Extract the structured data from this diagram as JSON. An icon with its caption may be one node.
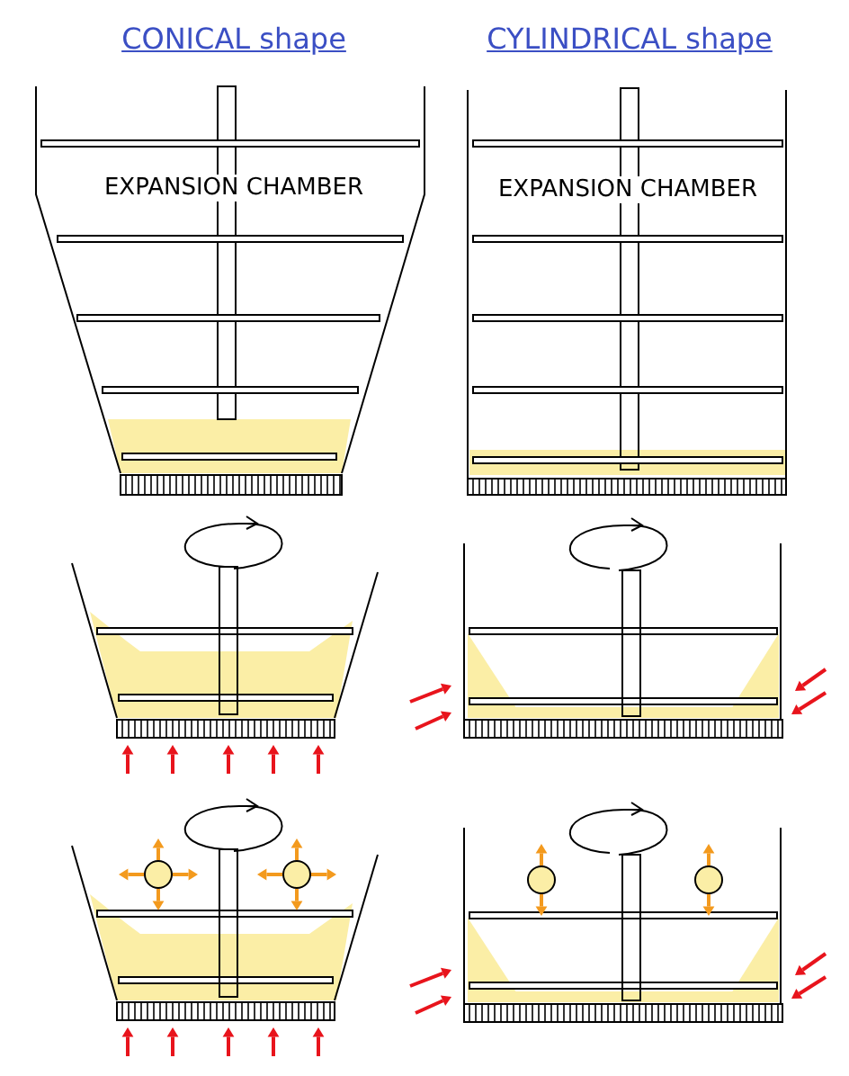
{
  "diagram": {
    "labels": [
      "CONICAL shape",
      "CYLINDRICAL shape",
      "EXPANSION CHAMBER",
      "EXPANSION CHAMBER"
    ]
  }
}
